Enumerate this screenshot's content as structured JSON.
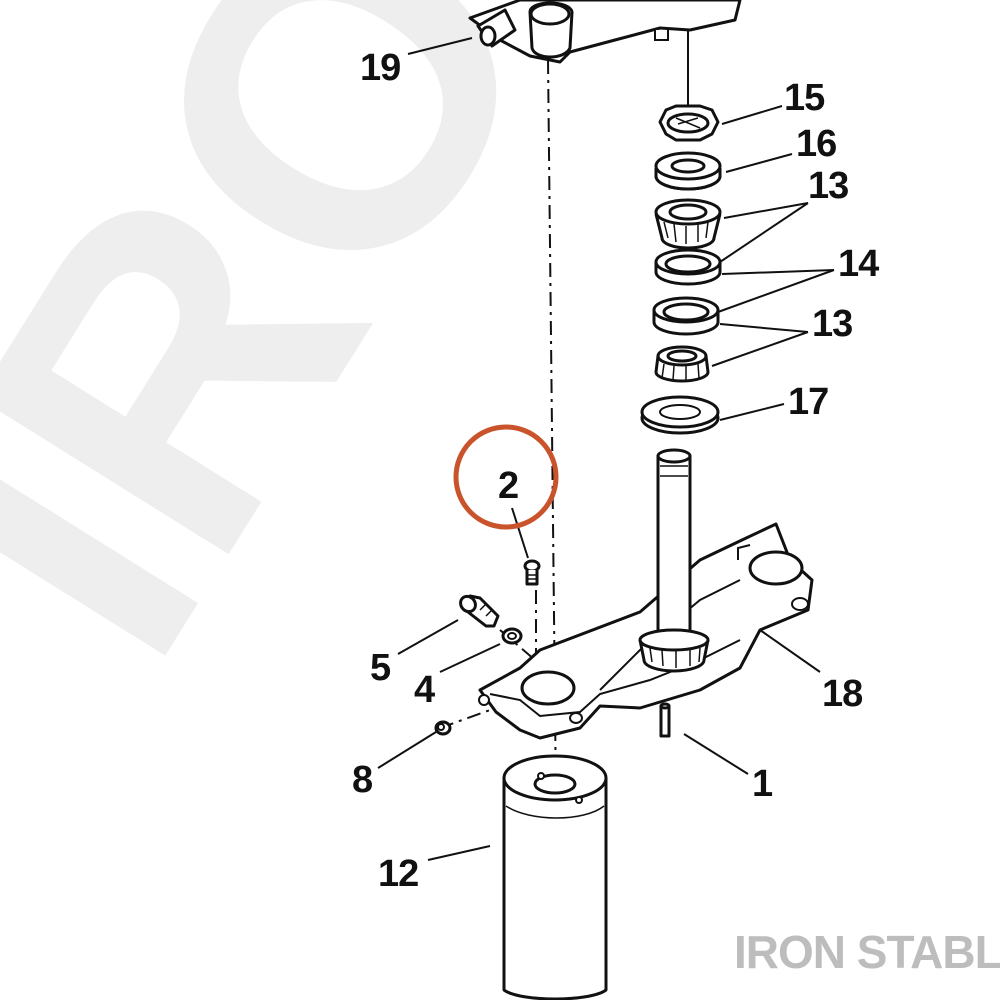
{
  "watermark": {
    "text": "IRON STA"
  },
  "brand": {
    "text": "IRON STABLE",
    "color": "#bdbdbd"
  },
  "highlight": {
    "label": "2",
    "color": "#c9542c"
  },
  "callouts": {
    "c19": "19",
    "c15": "15",
    "c16": "16",
    "c13a": "13",
    "c14": "14",
    "c13b": "13",
    "c17": "17",
    "c5": "5",
    "c4": "4",
    "c18": "18",
    "c8": "8",
    "c1": "1",
    "c12": "12"
  }
}
